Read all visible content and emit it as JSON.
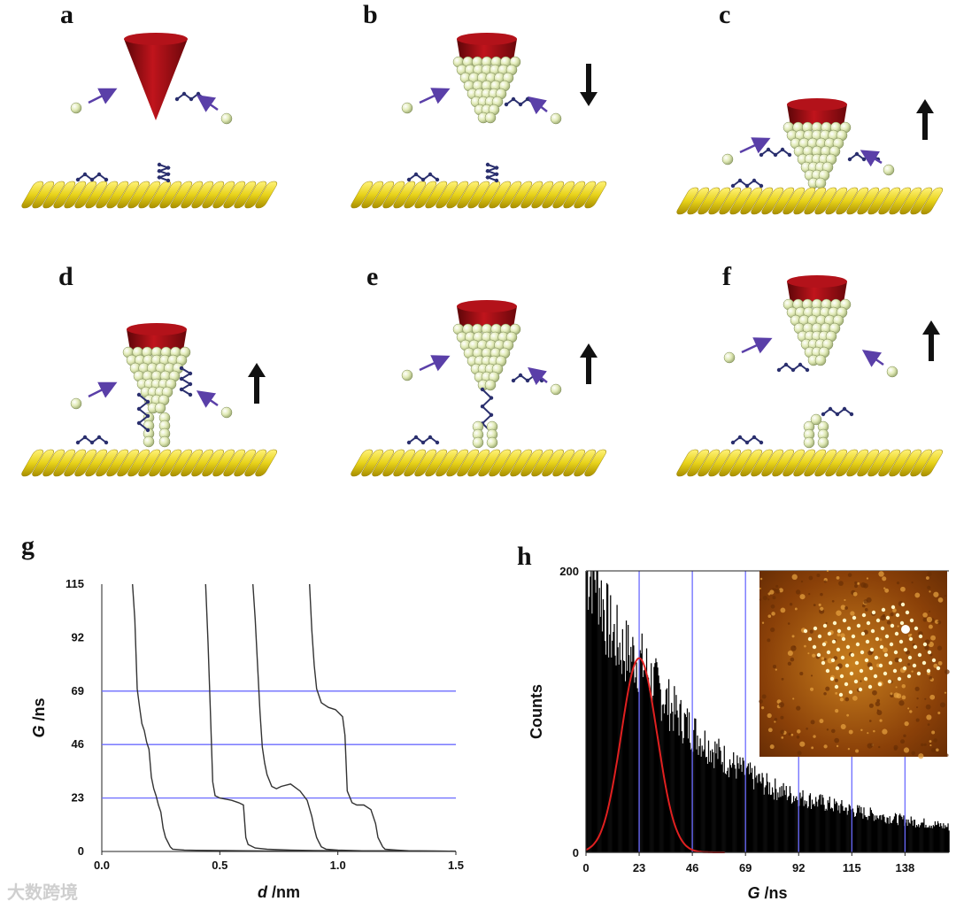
{
  "panels": {
    "a": "a",
    "b": "b",
    "c": "c",
    "d": "d",
    "e": "e",
    "f": "f",
    "g": "g",
    "h": "h"
  },
  "colors": {
    "tip": "#9a0d14",
    "atom": "#dfe8b0",
    "gold": "#e6d11c",
    "molecule": "#2a2f6e",
    "arrow_purple": "#5a3fa8",
    "ref_line": "#6b6bff",
    "fit_curve": "#e02020"
  },
  "watermark": "大数跨境",
  "chart_data": [
    {
      "type": "line",
      "panel": "g",
      "xlabel_var": "d",
      "xlabel_unit": " /nm",
      "ylabel_var": "G",
      "ylabel_unit": " /ns",
      "x_ticks": [
        "0.0",
        "0.5",
        "1.0",
        "1.5"
      ],
      "y_ticks": [
        "0",
        "23",
        "46",
        "69",
        "92",
        "115"
      ],
      "xlim": [
        0,
        1.5
      ],
      "ylim": [
        0,
        115
      ],
      "reference_lines_y": [
        23,
        46,
        69
      ],
      "series": [
        {
          "x": [
            0.13,
            0.14,
            0.15,
            0.16,
            0.17,
            0.18,
            0.19,
            0.2,
            0.21,
            0.22,
            0.23,
            0.24,
            0.25,
            0.26,
            0.27,
            0.28,
            0.29,
            0.3,
            0.35,
            0.4,
            0.5,
            0.6,
            0.7,
            0.8,
            0.9,
            1.0,
            1.1,
            1.2,
            1.5
          ],
          "y": [
            115,
            100,
            70,
            62,
            55,
            52,
            47,
            44,
            32,
            27,
            24,
            20,
            17,
            10,
            6,
            4,
            2,
            1,
            0.6,
            0.5,
            0.4,
            0.3,
            0.2,
            0.2,
            0.1,
            0.1,
            0.1,
            0.1,
            0.1
          ]
        },
        {
          "x": [
            0.44,
            0.45,
            0.46,
            0.47,
            0.48,
            0.5,
            0.55,
            0.58,
            0.6,
            0.61,
            0.62,
            0.65,
            0.7,
            0.8,
            0.9,
            1.0,
            1.2,
            1.5
          ],
          "y": [
            115,
            90,
            60,
            30,
            24,
            23,
            22,
            21,
            20,
            6,
            3,
            1.5,
            1,
            0.6,
            0.4,
            0.3,
            0.2,
            0.1
          ]
        },
        {
          "x": [
            0.64,
            0.65,
            0.66,
            0.67,
            0.68,
            0.69,
            0.7,
            0.72,
            0.74,
            0.76,
            0.8,
            0.84,
            0.87,
            0.89,
            0.9,
            0.91,
            0.92,
            0.93,
            0.95,
            1.0,
            1.1,
            1.5
          ],
          "y": [
            115,
            100,
            80,
            60,
            45,
            38,
            33,
            28,
            27,
            28,
            29,
            26,
            22,
            15,
            10,
            6,
            4,
            2,
            1,
            0.6,
            0.3,
            0.1
          ]
        },
        {
          "x": [
            0.88,
            0.89,
            0.9,
            0.91,
            0.93,
            0.96,
            0.99,
            1.02,
            1.03,
            1.04,
            1.06,
            1.08,
            1.11,
            1.14,
            1.16,
            1.17,
            1.18,
            1.19,
            1.2,
            1.25,
            1.3,
            1.5
          ],
          "y": [
            115,
            95,
            80,
            70,
            64,
            62,
            61,
            58,
            50,
            26,
            21,
            20,
            20,
            18,
            12,
            6,
            4,
            2,
            1,
            0.6,
            0.3,
            0.1
          ]
        }
      ]
    },
    {
      "type": "histogram",
      "panel": "h",
      "xlabel_var": "G",
      "xlabel_unit": " /ns",
      "ylabel": "Counts",
      "x_ticks": [
        "0",
        "23",
        "46",
        "69",
        "92",
        "115",
        "138"
      ],
      "y_ticks": [
        "0",
        "200"
      ],
      "xlim": [
        0,
        157
      ],
      "ylim": [
        0,
        200
      ],
      "reference_lines_x": [
        23,
        46,
        69,
        92,
        115,
        138
      ],
      "fit": {
        "type": "gaussian",
        "center": 23,
        "height": 138,
        "sigma": 7.8
      },
      "envelope": {
        "x": [
          0,
          2,
          4,
          6,
          8,
          10,
          15,
          20,
          25,
          30,
          40,
          50,
          60,
          70,
          80,
          90,
          100,
          110,
          120,
          130,
          140,
          150,
          157
        ],
        "y": [
          200,
          200,
          200,
          185,
          170,
          158,
          145,
          140,
          132,
          118,
          96,
          80,
          66,
          55,
          46,
          40,
          36,
          32,
          28,
          25,
          22,
          20,
          18
        ]
      },
      "inset": "STM topography image (inset)"
    }
  ]
}
